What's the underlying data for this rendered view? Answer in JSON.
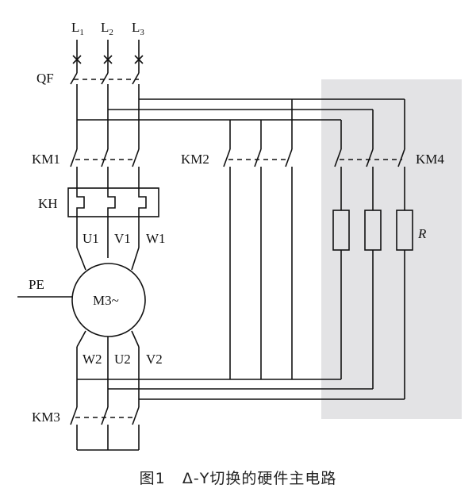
{
  "phases": [
    "L",
    "L",
    "L"
  ],
  "phase_subscripts": [
    "1",
    "2",
    "3"
  ],
  "labels": {
    "qf": "QF",
    "km1": "KM1",
    "km2": "KM2",
    "km3": "KM3",
    "km4": "KM4",
    "kh": "KH",
    "pe": "PE",
    "motor": "M3~",
    "resistor": "R",
    "top_terminals": [
      "U1",
      "V1",
      "W1"
    ],
    "bottom_terminals": [
      "W2",
      "U2",
      "V2"
    ]
  },
  "caption": {
    "figure": "图1",
    "title": "Δ-Y切换的硬件主电路"
  },
  "colors": {
    "line": "#111111",
    "panel": "#e3e3e5"
  }
}
